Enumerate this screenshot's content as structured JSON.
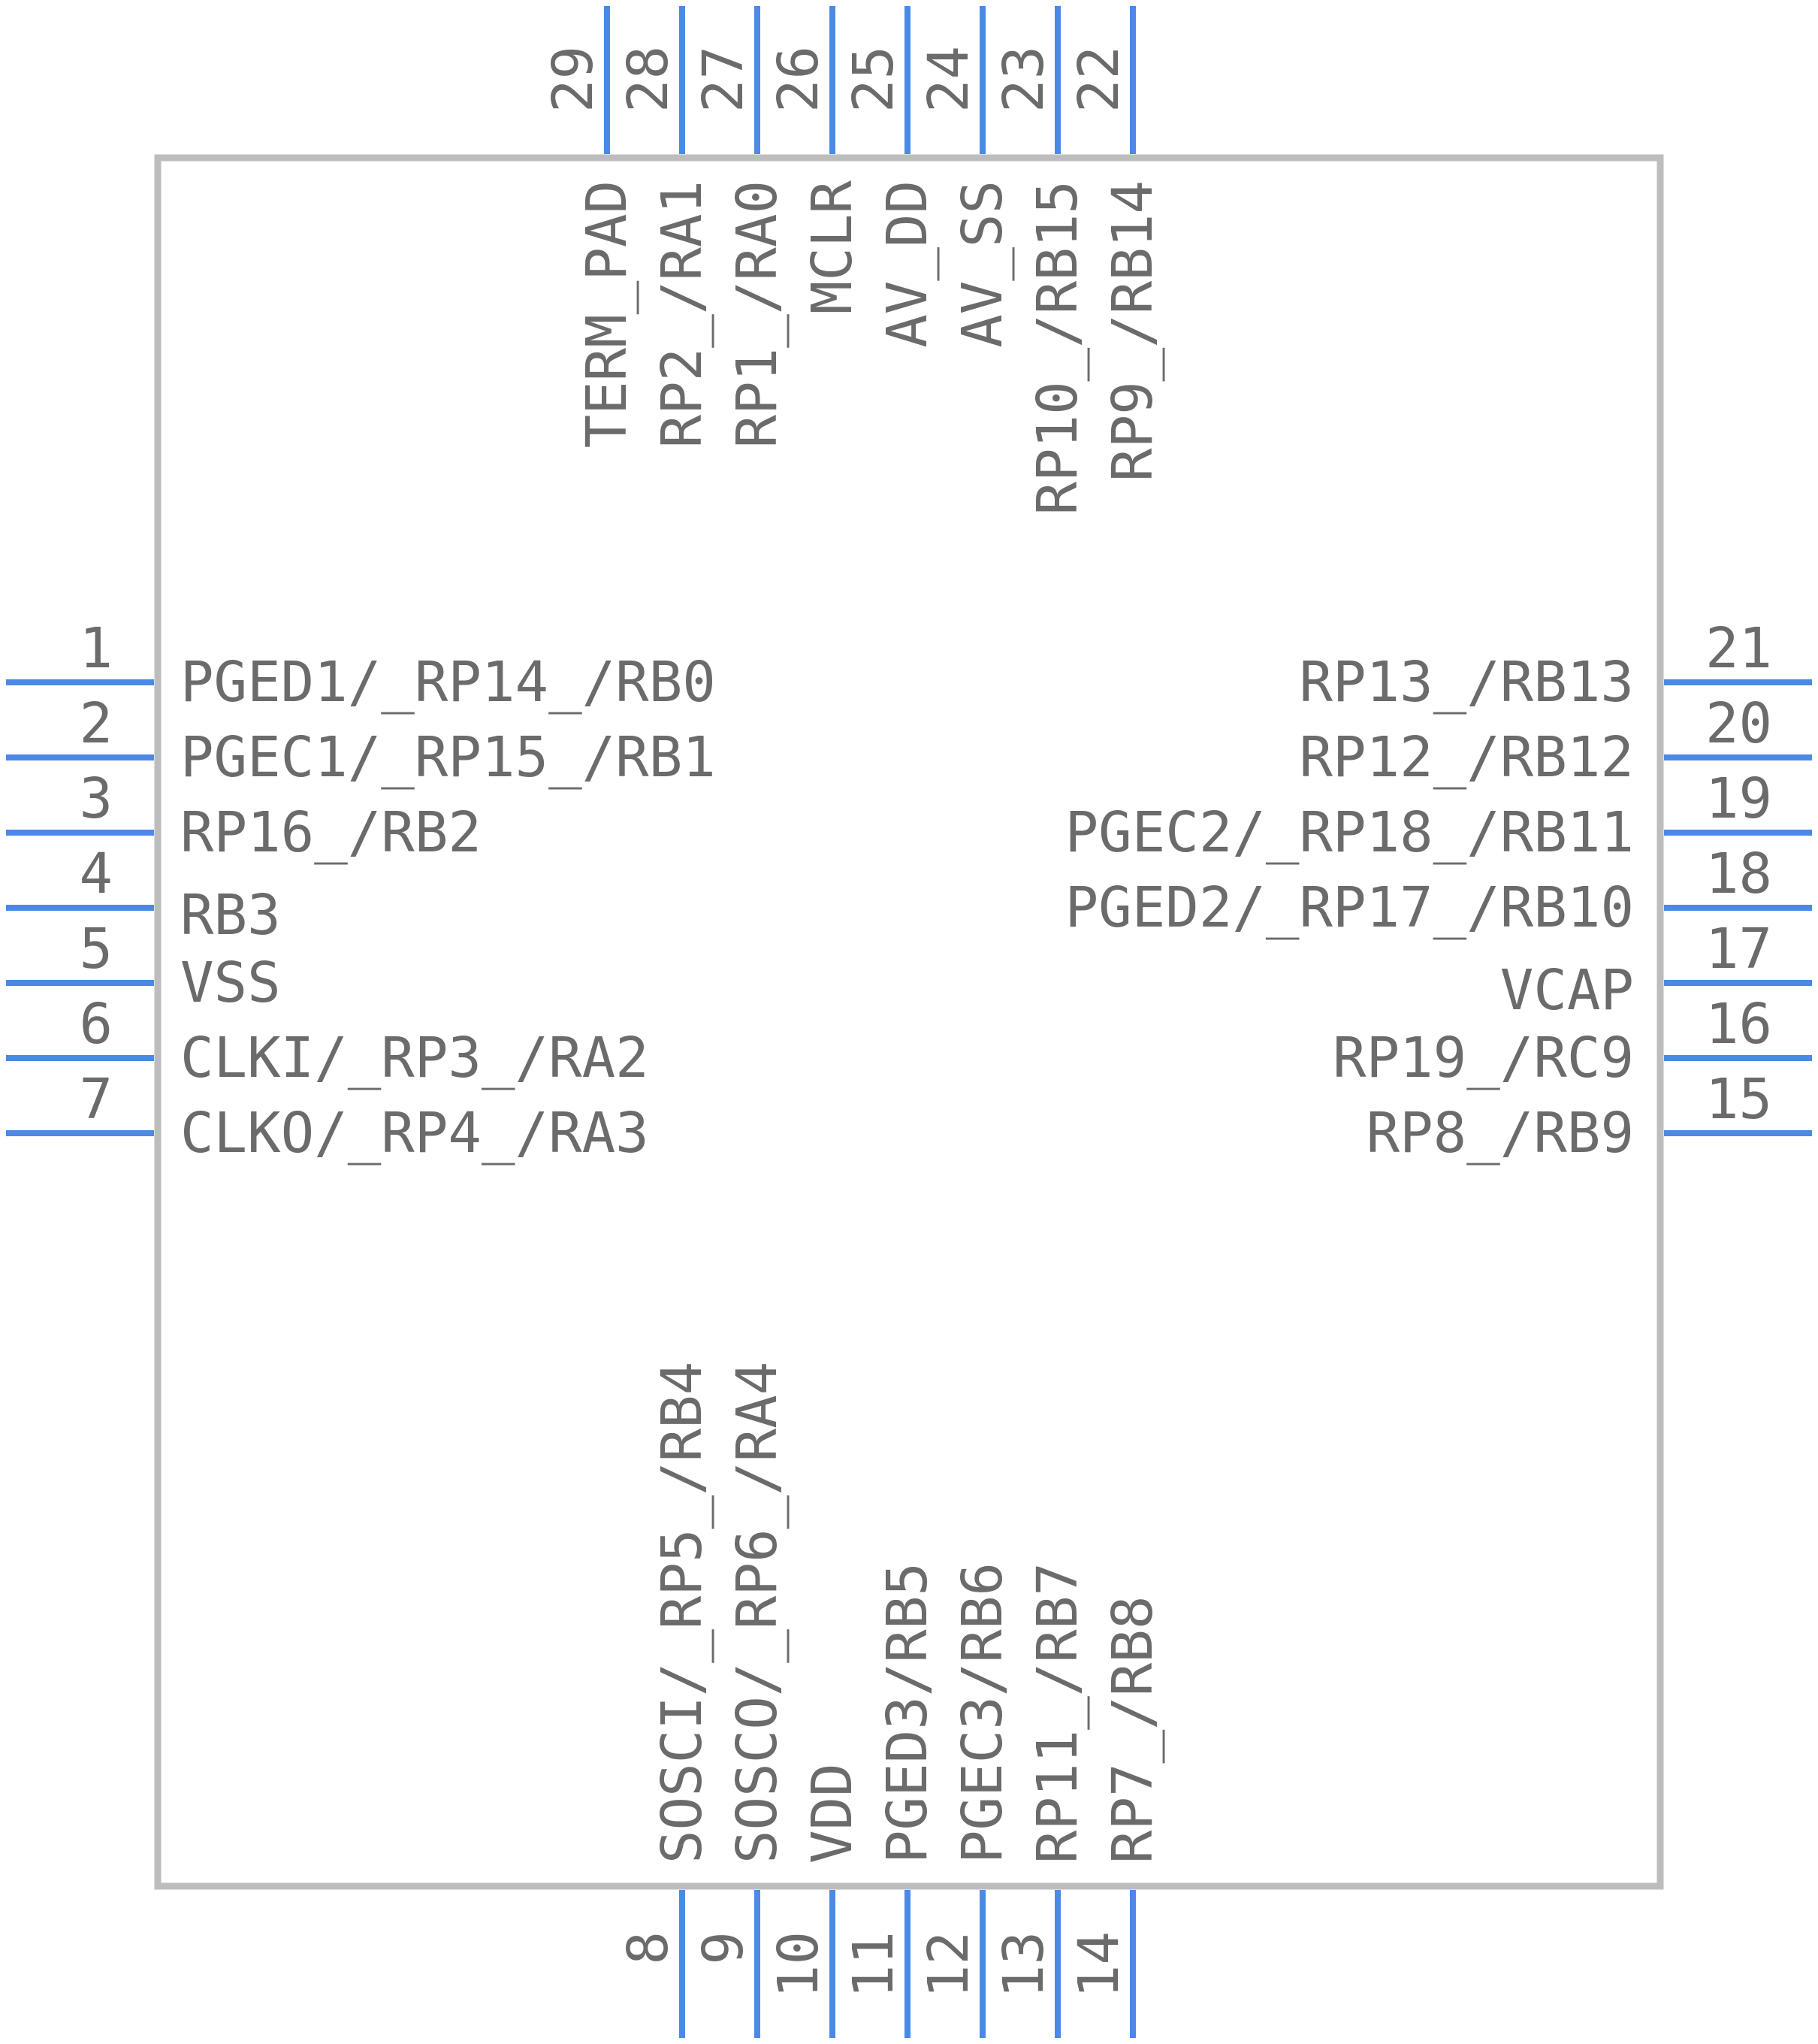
{
  "component": {
    "left_pins": [
      {
        "num": "1",
        "label": "PGED1/_RP14_/RB0"
      },
      {
        "num": "2",
        "label": "PGEC1/_RP15_/RB1"
      },
      {
        "num": "3",
        "label": "RP16_/RB2"
      },
      {
        "num": "4",
        "label": "RB3"
      },
      {
        "num": "5",
        "label": "VSS"
      },
      {
        "num": "6",
        "label": "CLKI/_RP3_/RA2"
      },
      {
        "num": "7",
        "label": "CLKO/_RP4_/RA3"
      }
    ],
    "bottom_pins": [
      {
        "num": "8",
        "label": "SOSCI/_RP5_/RB4"
      },
      {
        "num": "9",
        "label": "SOSCO/_RP6_/RA4"
      },
      {
        "num": "10",
        "label": "VDD"
      },
      {
        "num": "11",
        "label": "PGED3/RB5"
      },
      {
        "num": "12",
        "label": "PGEC3/RB6"
      },
      {
        "num": "13",
        "label": "RP11_/RB7"
      },
      {
        "num": "14",
        "label": "RP7_/RB8"
      }
    ],
    "right_pins": [
      {
        "num": "15",
        "label": "RP8_/RB9"
      },
      {
        "num": "16",
        "label": "RP19_/RC9"
      },
      {
        "num": "17",
        "label": "VCAP"
      },
      {
        "num": "18",
        "label": "PGED2/_RP17_/RB10"
      },
      {
        "num": "19",
        "label": "PGEC2/_RP18_/RB11"
      },
      {
        "num": "20",
        "label": "RP12_/RB12"
      },
      {
        "num": "21",
        "label": "RP13_/RB13"
      }
    ],
    "top_pins": [
      {
        "num": "22",
        "label": "RP9_/RB14"
      },
      {
        "num": "23",
        "label": "RP10_/RB15"
      },
      {
        "num": "24",
        "label": "AV_SS"
      },
      {
        "num": "25",
        "label": "AV_DD"
      },
      {
        "num": "26",
        "label": "MCLR"
      },
      {
        "num": "27",
        "label": "RP1_/RA0"
      },
      {
        "num": "28",
        "label": "RP2_/RA1"
      },
      {
        "num": "29",
        "label": "TERM_PAD"
      }
    ],
    "colors": {
      "pin_line": "#4a8ae6",
      "body_outline": "#bdbdbd",
      "text": "#6b6b6b"
    }
  }
}
